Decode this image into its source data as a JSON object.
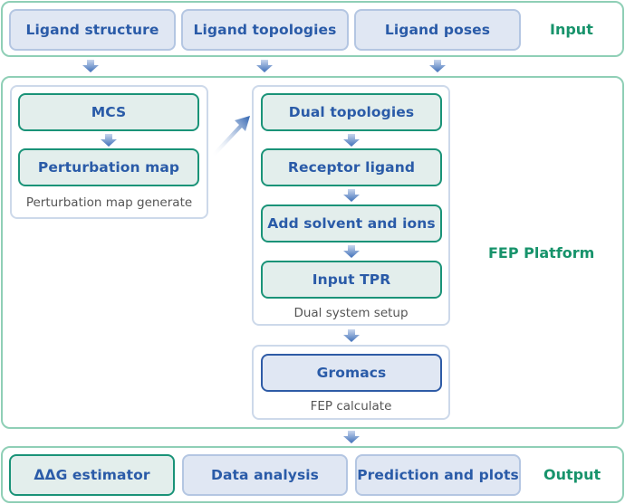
{
  "input_group": {
    "label": "Input",
    "nodes": [
      "Ligand structure",
      "Ligand topologies",
      "Ligand poses"
    ]
  },
  "platform_group": {
    "label": "FEP Platform",
    "perturbation": {
      "caption": "Perturbation map generate",
      "nodes": [
        "MCS",
        "Perturbation map"
      ]
    },
    "dual_setup": {
      "caption": "Dual system setup",
      "nodes": [
        "Dual topologies",
        "Receptor ligand",
        "Add solvent and ions",
        "Input TPR"
      ]
    },
    "fep_calc": {
      "caption": "FEP calculate",
      "nodes": [
        "Gromacs"
      ]
    }
  },
  "output_group": {
    "label": "Output",
    "nodes": [
      "ΔΔG estimator",
      "Data analysis",
      "Prediction and plots"
    ]
  },
  "colors": {
    "group_border": "#8fcfb6",
    "group_label": "#17936b",
    "node_text": "#2a5ba8",
    "arrow": "#4a78c0"
  }
}
